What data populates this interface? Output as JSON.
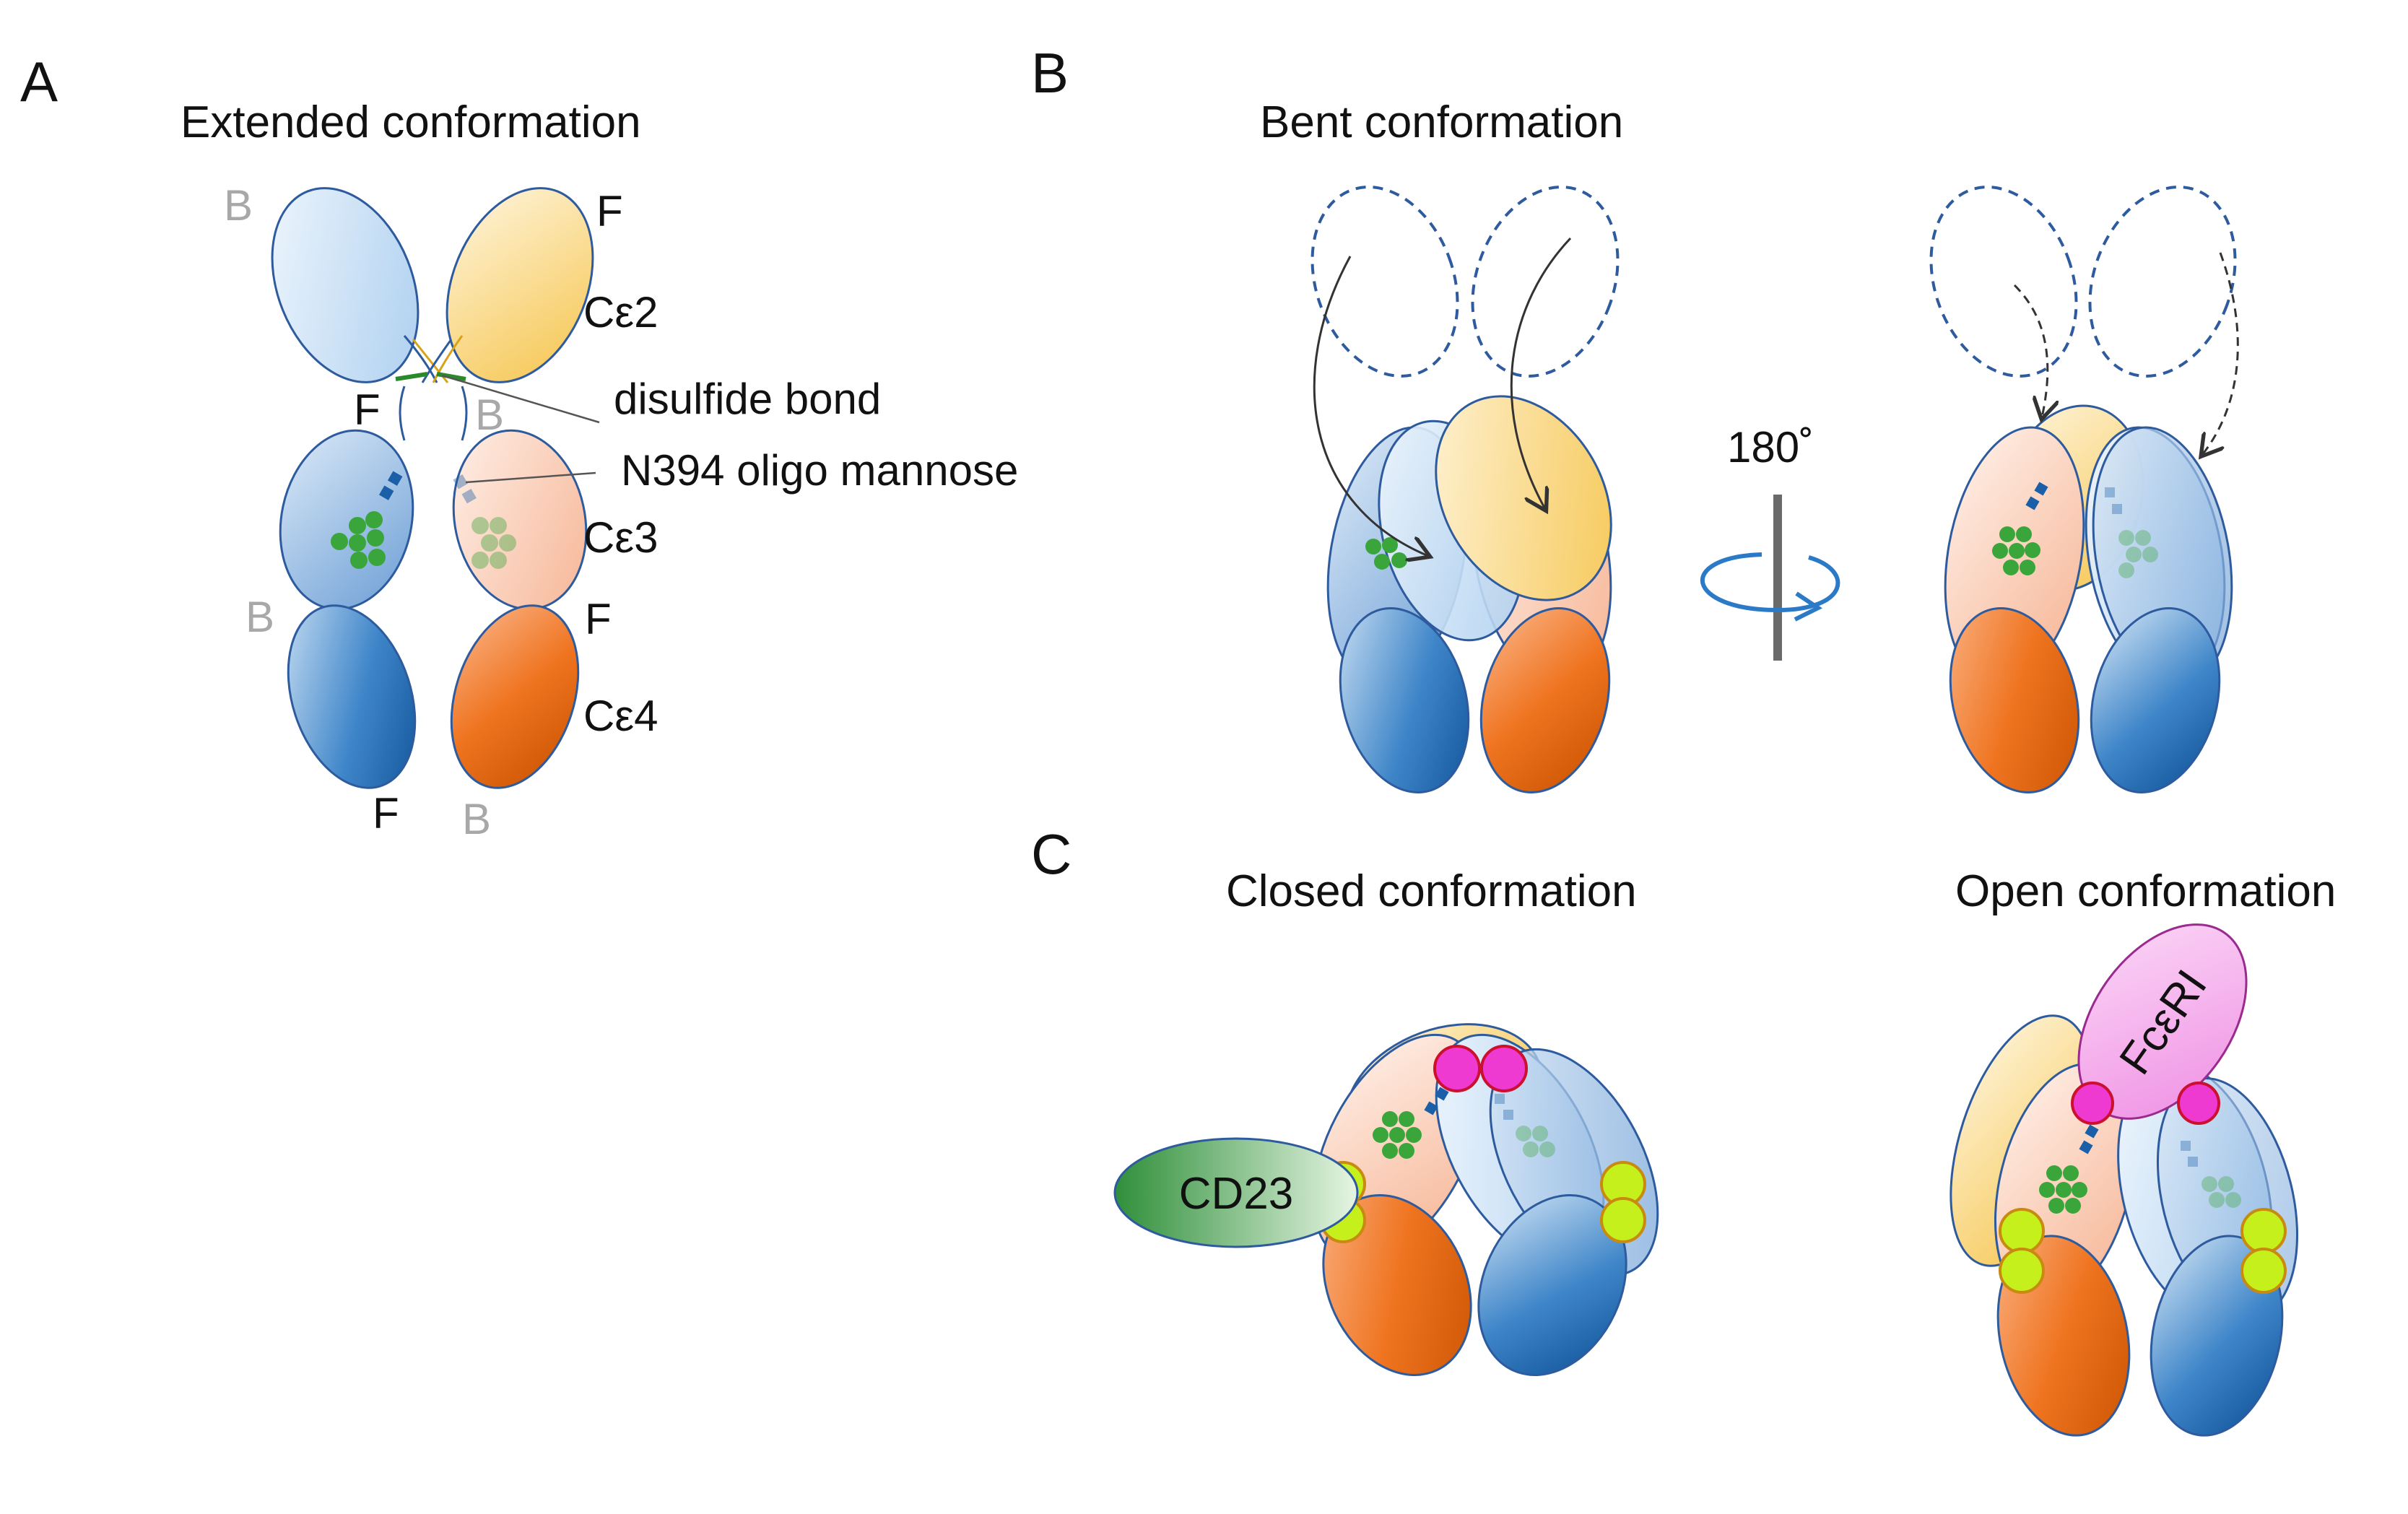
{
  "panels": {
    "a": {
      "letter": "A",
      "title": "Extended conformation",
      "labels": {
        "b_top": "B",
        "f_top": "F",
        "ce2": "Cε2",
        "disulfide": "disulfide bond",
        "f_mid": "F",
        "b_mid": "B",
        "n394": "N394 oligo mannose",
        "ce3": "Cε3",
        "b_low": "B",
        "f_low": "F",
        "ce4": "Cε4",
        "f_bottom": "F",
        "b_bottom": "B"
      }
    },
    "b": {
      "letter": "B",
      "title": "Bent conformation",
      "rotation": "180˚"
    },
    "c": {
      "letter": "C",
      "closed_title": "Closed conformation",
      "open_title": "Open conformation",
      "cd23": "CD23",
      "fceri": "FcεRI"
    }
  },
  "colors": {
    "blue_light": "#d6e8f7",
    "blue_dark": "#1b5fa8",
    "yellow": "#f7d57a",
    "orange_light": "#fbd9c6",
    "orange_dark": "#ec6a14",
    "glycan_green": "#3aa53a",
    "cd23_green": "#3da045",
    "fceri_pink": "#f29ce8",
    "site_magenta": "#ee3ad0",
    "site_lime": "#c5f01c"
  }
}
